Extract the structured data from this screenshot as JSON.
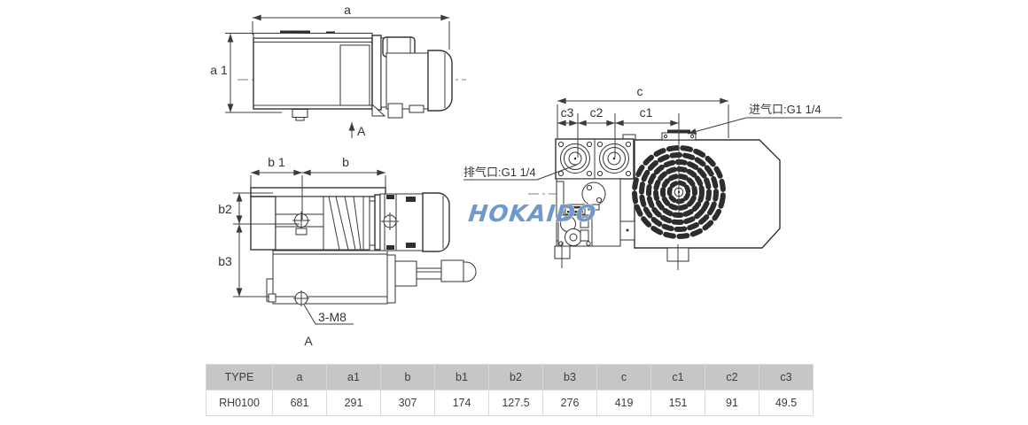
{
  "views": {
    "side": {
      "dim_a": "a",
      "dim_a1": "a 1",
      "section_arrow": "A"
    },
    "top": {
      "dim_b1": "b 1",
      "dim_b": "b",
      "dim_b2": "b2",
      "dim_b3": "b3",
      "bolt_label": "3-M8",
      "view_label": "A"
    },
    "front": {
      "dim_c": "c",
      "dim_c1": "c1",
      "dim_c2": "c2",
      "dim_c3": "c3",
      "inlet_label": "进气口:G1 1/4",
      "outlet_label": "排气口:G1 1/4"
    }
  },
  "watermark": {
    "text": "HOKAIDO",
    "color": "#6f98cb"
  },
  "spec_table": {
    "headers": [
      "TYPE",
      "a",
      "a1",
      "b",
      "b1",
      "b2",
      "b3",
      "c",
      "c1",
      "c2",
      "c3"
    ],
    "rows": [
      [
        "RH0100",
        "681",
        "291",
        "307",
        "174",
        "127.5",
        "276",
        "419",
        "151",
        "91",
        "49.5"
      ]
    ]
  },
  "colors": {
    "line": "#3c3c3c",
    "table_header_bg": "#c6c6c6",
    "table_border": "#d9d9d9",
    "watermark_blue": "#6f98cb"
  }
}
